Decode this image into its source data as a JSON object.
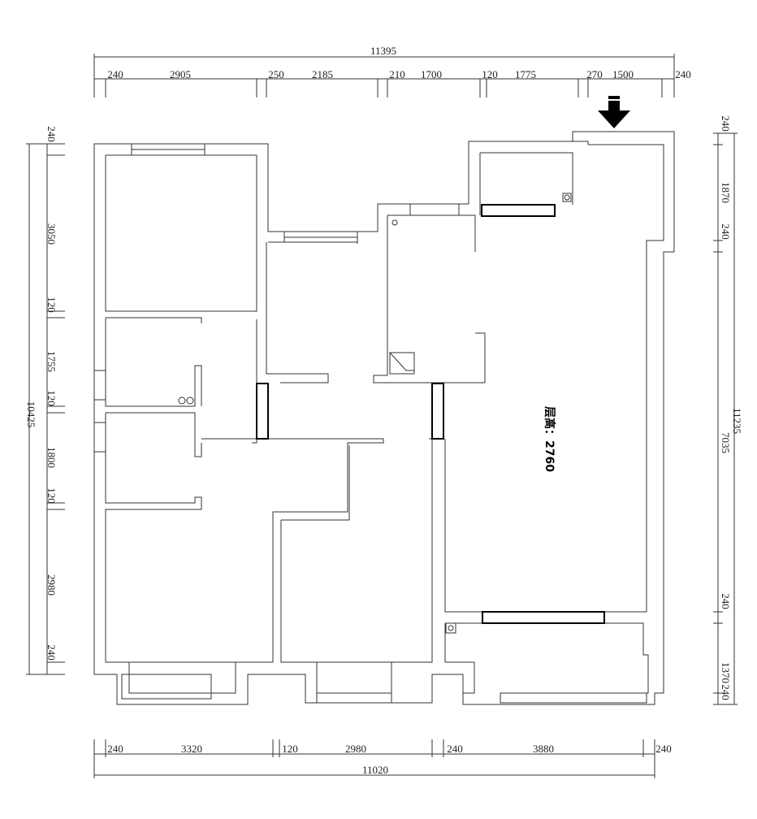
{
  "plan": {
    "ceiling_height_label": "层高：2760",
    "top_total": "11395",
    "top_segments": [
      "240",
      "2905",
      "250",
      "2185",
      "210",
      "1700",
      "120",
      "1775",
      "270",
      "1500",
      "240"
    ],
    "left_total": "10425",
    "left_segments": [
      "240",
      "3050",
      "120",
      "1755",
      "120",
      "1800",
      "120",
      "2980",
      "240"
    ],
    "right_total": "11235",
    "right_segments": [
      "240",
      "1870",
      "240",
      "7035",
      "240",
      "1370",
      "240"
    ],
    "bottom_total": "11020",
    "bottom_segments": [
      "240",
      "3320",
      "120",
      "2980",
      "240",
      "3880",
      "240"
    ],
    "entrance_icon": "arrow-down-icon",
    "line_color": "#333333"
  }
}
